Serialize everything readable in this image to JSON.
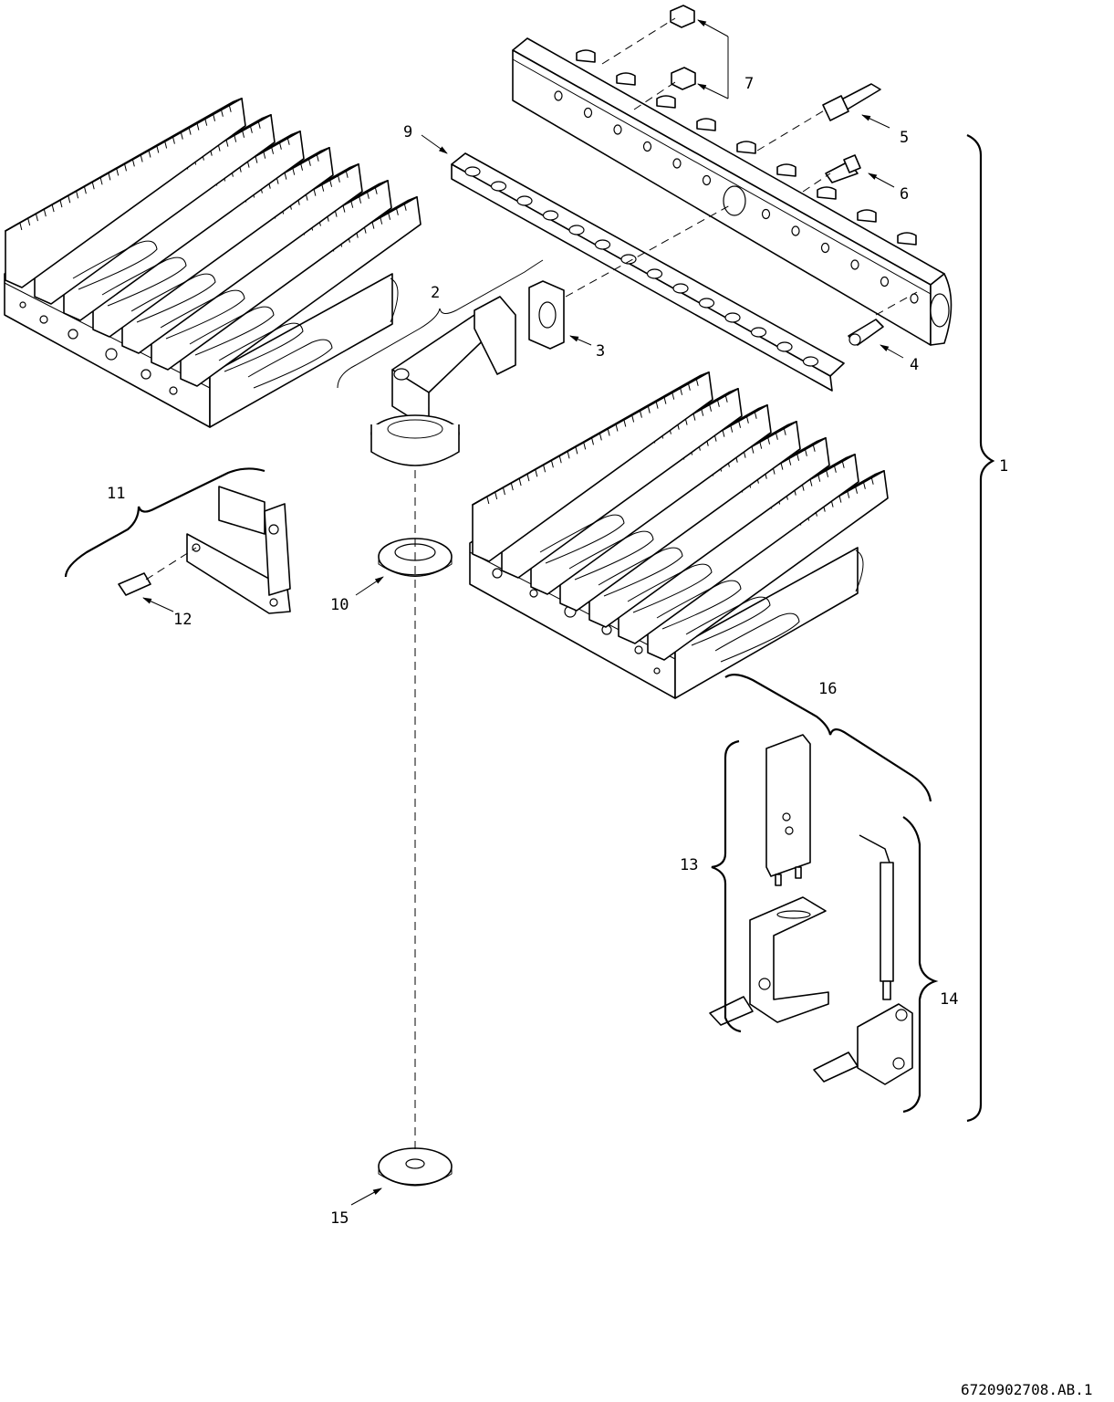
{
  "callouts": {
    "c1": "1",
    "c2": "2",
    "c3": "3",
    "c4": "4",
    "c5": "5",
    "c6": "6",
    "c7": "7",
    "c9": "9",
    "c10": "10",
    "c11": "11",
    "c12": "12",
    "c13": "13",
    "c14": "14",
    "c15": "15",
    "c16": "16"
  },
  "drawing_code": "6720902708.AB.1",
  "parts_icons": [
    "burner-block-icon",
    "manifold-bar-icon",
    "nozzle-icon",
    "gas-connector-icon",
    "gasket-icon",
    "seal-ring-icon",
    "bracket-icon",
    "screw-icon",
    "electrode-icon"
  ],
  "colors": {
    "line": "#000000",
    "background": "#ffffff"
  }
}
